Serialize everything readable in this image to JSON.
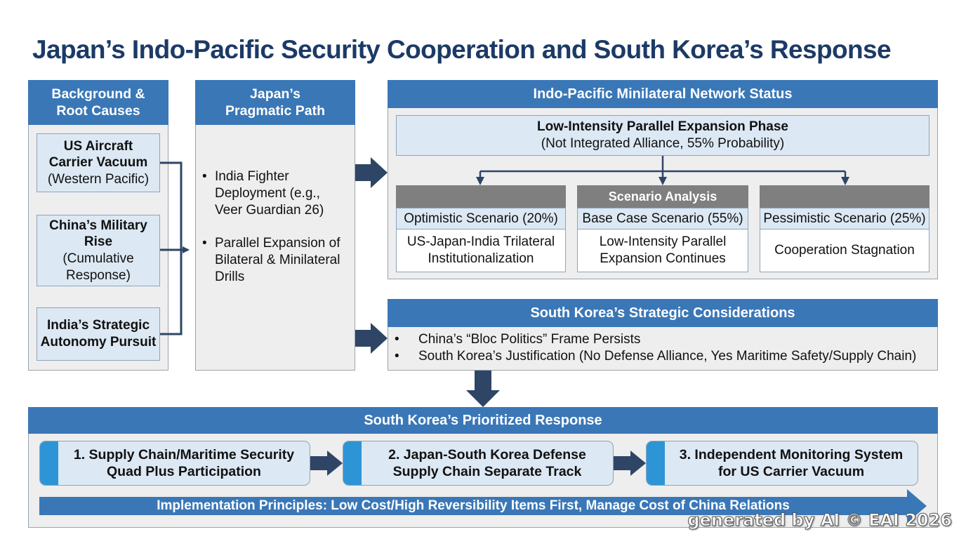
{
  "title": "Japan’s Indo-Pacific Security Cooperation and South Korea’s Response",
  "background": {
    "header": [
      "Background &",
      "Root Causes"
    ],
    "causes": [
      {
        "bold": [
          "US Aircraft",
          "Carrier Vacuum"
        ],
        "normal": [
          "(Western Pacific)"
        ]
      },
      {
        "bold": [
          "China’s Military",
          "Rise"
        ],
        "normal": [
          "(Cumulative",
          "Response)"
        ]
      },
      {
        "bold": [
          "India’s Strategic",
          "Autonomy Pursuit"
        ],
        "normal": []
      }
    ]
  },
  "pragmatic": {
    "header": [
      "Japan’s",
      "Pragmatic Path"
    ],
    "bullets": [
      [
        "India Fighter",
        "Deployment (e.g.,",
        "Veer Guardian 26)"
      ],
      [
        "Parallel Expansion of",
        "Bilateral & Minilateral",
        "Drills"
      ]
    ]
  },
  "network": {
    "header": "Indo-Pacific Minilateral Network Status",
    "phase_title": "Low-Intensity Parallel Expansion Phase",
    "phase_sub": "(Not Integrated Alliance, 55% Probability)",
    "analysis_label": "Scenario Analysis",
    "scenarios": [
      {
        "title": "Optimistic Scenario (20%)",
        "body": [
          "US-Japan-India Trilateral",
          "Institutionalization"
        ]
      },
      {
        "title": "Base Case Scenario (55%)",
        "body": [
          "Low-Intensity Parallel",
          "Expansion Continues"
        ]
      },
      {
        "title": "Pessimistic Scenario (25%)",
        "body": [
          "Cooperation Stagnation"
        ]
      }
    ]
  },
  "considerations": {
    "header": "South Korea’s Strategic Considerations",
    "bullets": [
      "China’s “Bloc Politics” Frame Persists",
      "South Korea’s Justification (No Defense Alliance, Yes Maritime Safety/Supply Chain)"
    ]
  },
  "response": {
    "header": "South Korea’s Prioritized Response",
    "items": [
      [
        "1. Supply Chain/Maritime Security",
        "Quad Plus Participation"
      ],
      [
        "2. Japan-South Korea Defense",
        "Supply Chain Separate Track"
      ],
      [
        "3. Independent Monitoring System",
        "for US Carrier Vacuum"
      ]
    ],
    "principles": "Implementation Principles: Low Cost/High Reversibility Items First, Manage Cost of China Relations"
  },
  "watermark": "generated by AI © EAI 2026",
  "colors": {
    "title": "#1c3a66",
    "header_blue": "#3a77b7",
    "box_fill": "#dce8f3",
    "panel_fill": "#eeeeee",
    "arrow_navy": "#2e4566",
    "accent_strip": "#2d95d5",
    "gray_header": "#7f7f7f"
  }
}
